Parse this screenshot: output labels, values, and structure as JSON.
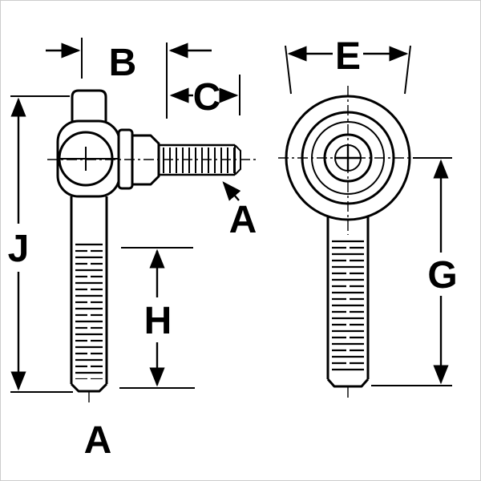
{
  "figure": {
    "description": "Two-view black-and-white dimensional line drawing of a male-stud rod end bearing (heim joint): side view with horizontal threaded stud at left, front view with concentric rings at right",
    "background_color": "#ffffff",
    "line_color": "#000000",
    "labels": {
      "B": "B",
      "C": "C",
      "E": "E",
      "A_stud": "A",
      "J": "J",
      "H": "H",
      "G": "G",
      "A_bottom": "A"
    }
  }
}
